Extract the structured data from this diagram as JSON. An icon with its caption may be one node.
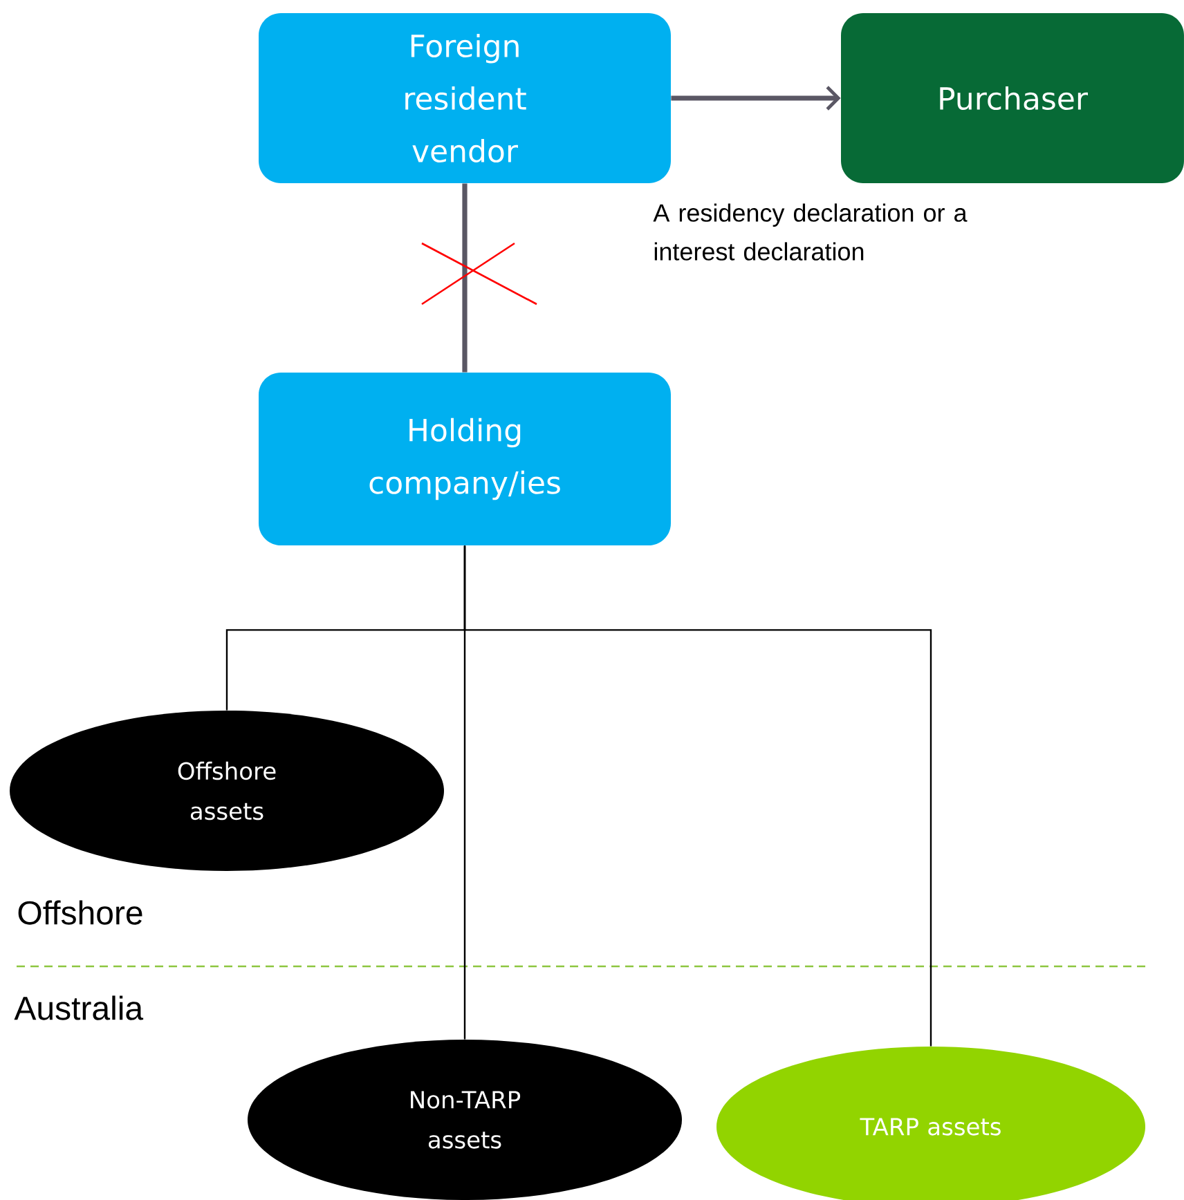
{
  "diagram": {
    "nodes": [
      {
        "text": [
          "Foreign resident vendor"
        ]
      },
      {
        "text": [
          "Purchaser"
        ]
      },
      {
        "text": [
          "Holding company/ies"
        ]
      },
      {
        "text": [
          "Offshore assets"
        ]
      },
      {
        "text": [
          "Non-TARP assets"
        ]
      },
      {
        "text": [
          "TARP assets"
        ]
      }
    ],
    "edges": [
      {
        "from": 0,
        "to": 1,
        "arrow": "to",
        "label": "A residency declaration or a interest declaration",
        "style": "thick",
        "color": "#5a5764"
      },
      {
        "from": 0,
        "to": 2,
        "arrow": "none",
        "style": "thick",
        "color": "#5a5764"
      },
      {
        "from": 2,
        "to": 3,
        "arrow": "none"
      },
      {
        "from": 2,
        "to": 4,
        "arrow": "none"
      },
      {
        "from": 2,
        "to": 5,
        "arrow": "none"
      }
    ],
    "labels": [
      "Offshore",
      "Australia"
    ]
  }
}
